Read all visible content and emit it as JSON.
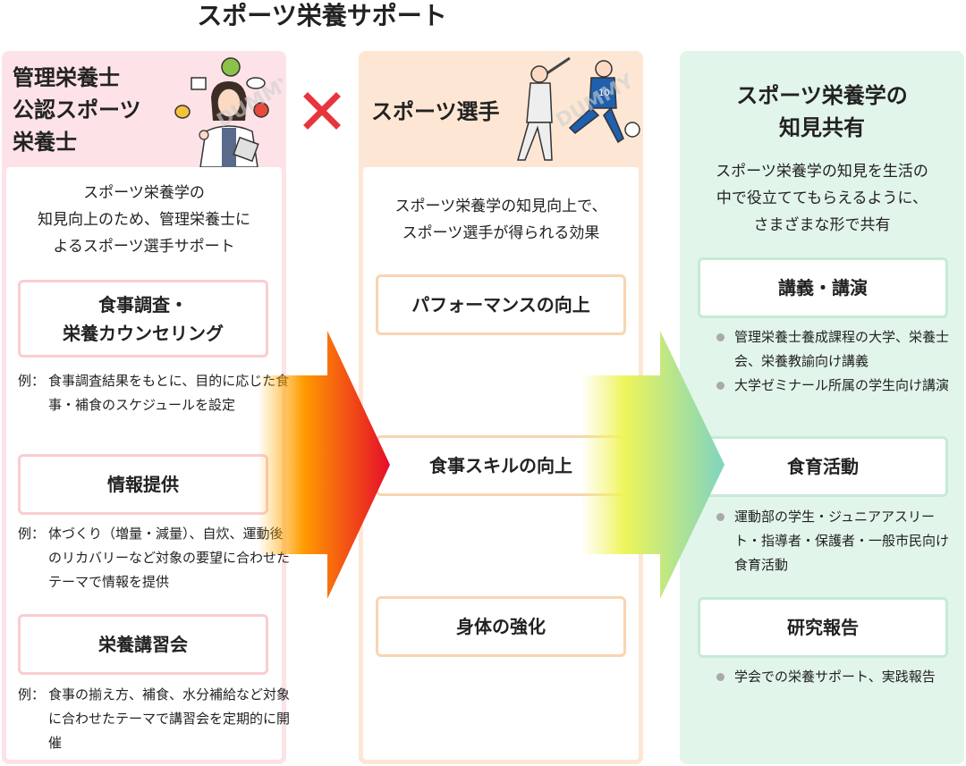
{
  "title": "スポーツ栄養サポート",
  "col1": {
    "heading": [
      "管理栄養士",
      "公認スポーツ",
      "栄養士"
    ],
    "description": [
      "スポーツ栄養学の",
      "知見向上のため、管理栄養士に",
      "よるスポーツ選手サポート"
    ],
    "example_label": "例：",
    "items": [
      {
        "label": [
          "食事調査・",
          "栄養カウンセリング"
        ],
        "example": "食事調査結果をもとに、目的に応じた食事・補食のスケジュールを設定"
      },
      {
        "label": [
          "情報提供"
        ],
        "example": "体づくり（増量・減量）、自炊、運動後のリカバリーなど対象の要望に合わせたテーマで情報を提供"
      },
      {
        "label": [
          "栄養講習会"
        ],
        "example": "食事の揃え方、補食、水分補給など対象に合わせたテーマで講習会を定期的に開催"
      }
    ]
  },
  "cross_symbol": "×",
  "col2": {
    "heading": "スポーツ選手",
    "description": [
      "スポーツ栄養学の知見向上で、",
      "スポーツ選手が得られる効果"
    ],
    "items": [
      "パフォーマンスの向上",
      "食事スキルの向上",
      "身体の強化"
    ]
  },
  "col3": {
    "heading": [
      "スポーツ栄養学の",
      "知見共有"
    ],
    "description": [
      "スポーツ栄養学の知見を生活の",
      "中で役立ててもらえるように、",
      "さまざまな形で共有"
    ],
    "items": [
      {
        "label": "講義・講演",
        "bullets": [
          "管理栄養士養成課程の大学、栄養士会、栄養教諭向け講義",
          "大学ゼミナール所属の学生向け講演"
        ]
      },
      {
        "label": "食育活動",
        "bullets": [
          "運動部の学生・ジュニアアスリート・指導者・保護者・一般市民向け食育活動"
        ]
      },
      {
        "label": "研究報告",
        "bullets": [
          "学会での栄養サポート、実践報告"
        ]
      }
    ]
  },
  "watermark": "DUMMY",
  "colors": {
    "pink": "#fde3e7",
    "orange": "#fde7d4",
    "green": "#e2f5ea",
    "cross": "#e8343c"
  }
}
